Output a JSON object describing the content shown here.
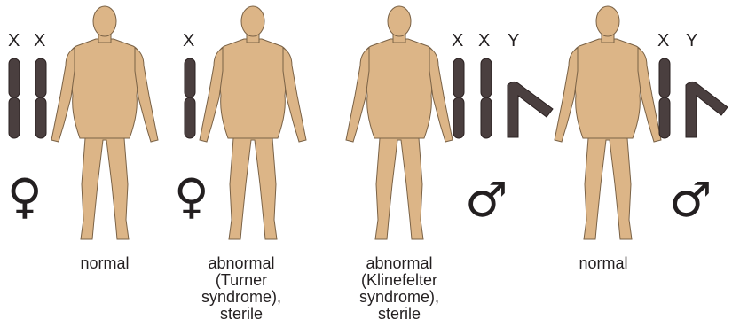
{
  "colors": {
    "skin": "#dcb587",
    "skin_stroke": "#7a6246",
    "chromosome": "#4a3f3f",
    "text": "#231f20"
  },
  "panels": [
    {
      "id": "normal-female",
      "chromosome_labels": [
        "X",
        "X"
      ],
      "sex_symbol": "♀",
      "caption_lines": [
        "normal"
      ]
    },
    {
      "id": "turner",
      "chromosome_labels": [
        "X"
      ],
      "sex_symbol": "♀",
      "caption_lines": [
        "abnormal",
        "(Turner",
        "syndrome),",
        "sterile"
      ]
    },
    {
      "id": "klinefelter",
      "chromosome_labels": [
        "X",
        "X",
        "Y"
      ],
      "sex_symbol": "♂",
      "caption_lines": [
        "abnormal",
        "(Klinefelter",
        "syndrome),",
        "sterile"
      ]
    },
    {
      "id": "normal-male",
      "chromosome_labels": [
        "X",
        "Y"
      ],
      "sex_symbol": "♂",
      "caption_lines": [
        "normal"
      ]
    }
  ]
}
